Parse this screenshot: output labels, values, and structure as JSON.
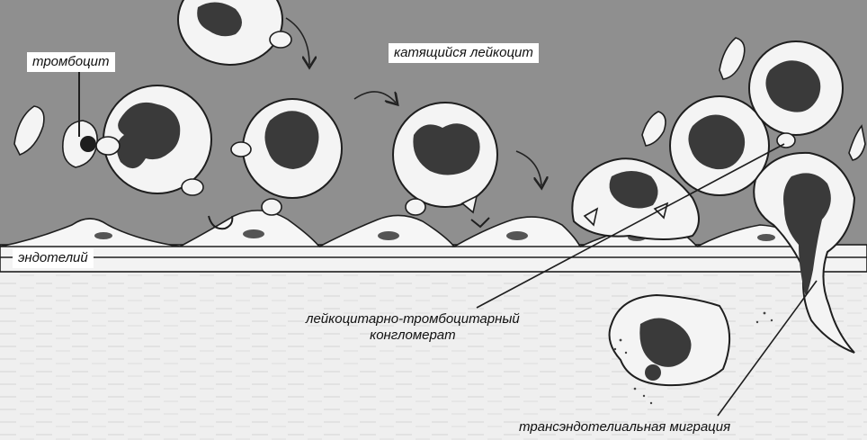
{
  "labels": {
    "platelet": "тромбоцит",
    "rolling_leukocyte": "катящийся лейкоцит",
    "endothelium": "эндотелий",
    "conglomerate_line1": "лейкоцитарно-тромбоцитарный",
    "conglomerate_line2": "конгломерат",
    "transendothelial_migration": "трансэндотелиальная миграция"
  },
  "colors": {
    "lumen": "#8f8f8f",
    "tissue": "#ededed",
    "cell_fill": "#f4f4f4",
    "nucleus": "#3a3a3a",
    "outline": "#1e1e1e"
  }
}
